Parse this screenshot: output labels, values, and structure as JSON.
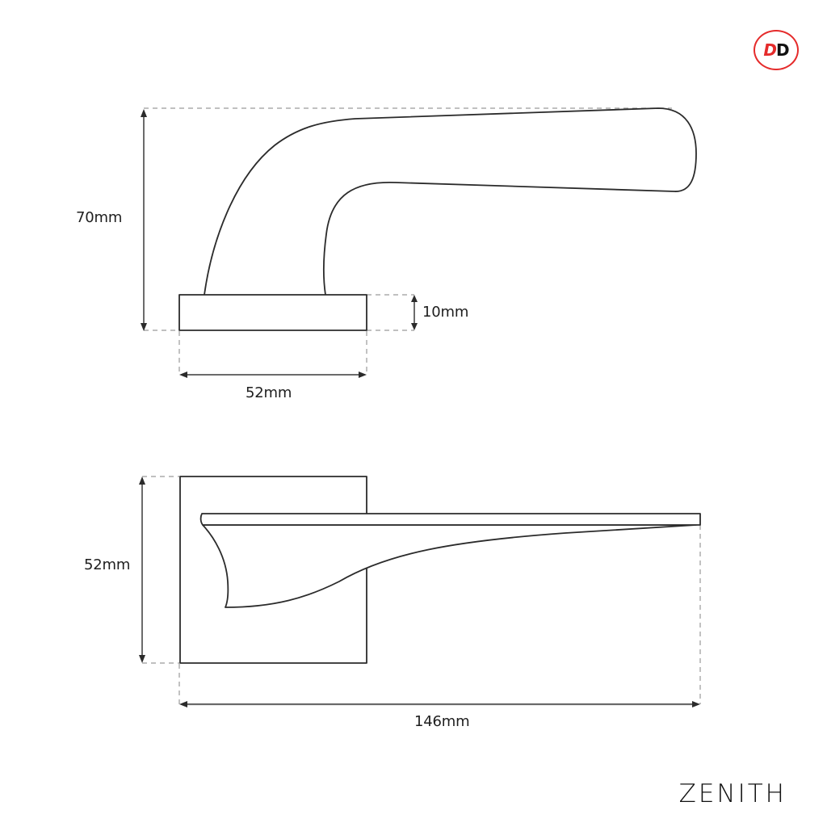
{
  "logo": {
    "letter_1": "D",
    "letter_2": "D",
    "ring_color": "#e52b2b",
    "accent_color": "#e52b2b",
    "dark_color": "#111111"
  },
  "product": {
    "name": "ZENITH"
  },
  "side_view": {
    "dimensions": {
      "overall_height": "70mm",
      "rose_height": "10mm",
      "rose_width": "52mm"
    }
  },
  "top_view": {
    "dimensions": {
      "rose_square": "52mm",
      "overall_length": "146mm"
    }
  },
  "colors": {
    "line": "#2b2b2b",
    "dashed_guide": "#9a9a9a",
    "background": "#ffffff"
  }
}
